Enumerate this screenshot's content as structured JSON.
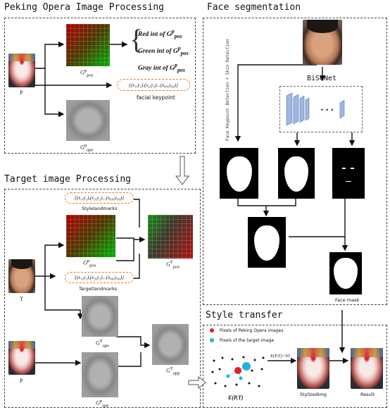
{
  "sections": {
    "peking": "Peking Opera Image Processing",
    "target": "Target image Processing",
    "face_seg": "Face segmentation",
    "style": "Style transfer"
  },
  "peking_block": {
    "p_label": "P",
    "gpos_label": "G",
    "gpos_sup": "p",
    "gpos_sub": "pos",
    "gape_label": "G",
    "gape_sup": "p",
    "gape_sub": "ape",
    "formula_lines": [
      "Red int of G",
      "Green int of G",
      "Gray int of G"
    ],
    "formula_sup": "p",
    "formula_sub": "pos",
    "keypoint_formula": "{(x₁,y₁),(x₂,y₂)...(x₆₈,y₆₈)}",
    "keypoint_label": "facial keypoint"
  },
  "target_block": {
    "style_formula": "{(x₁,y₁),(x₂,y₂)...(x₆₈,y₆₈)}",
    "style_label": "Stylelandmarks",
    "target_formula": "{(x₁,y₁),(x₂,y₂)...(x₆₈,y₆₈)}",
    "target_label": "Targetlandmarks",
    "t_label": "T",
    "p_label": "P",
    "gpos_p_sup": "p",
    "gpos_t_sup": "T",
    "gape_t_sup": "T",
    "gape_p_sup": "p",
    "gapp_t_sup": "T",
    "sub_pos": "pos",
    "sub_ape": "ape",
    "sub_app": "app"
  },
  "seg_block": {
    "bisenet": "BiSeNet",
    "vertical_text": "Face Keypoint Detection + Skin Detection",
    "dots": "• • •",
    "face_mask_label": "Face mask"
  },
  "style_block": {
    "legend_red": "Pixels of Peking Opera images",
    "legend_blue": "Pixels of the target image",
    "ept_label": "E(P,T)",
    "cond_label": "E(P,T)<50",
    "stylized_label": "StylizedImg",
    "result_label": "Result"
  },
  "colors": {
    "legend_red": "#e02020",
    "legend_blue": "#1fb3e0",
    "keypoint_border": "#e07a2b"
  }
}
